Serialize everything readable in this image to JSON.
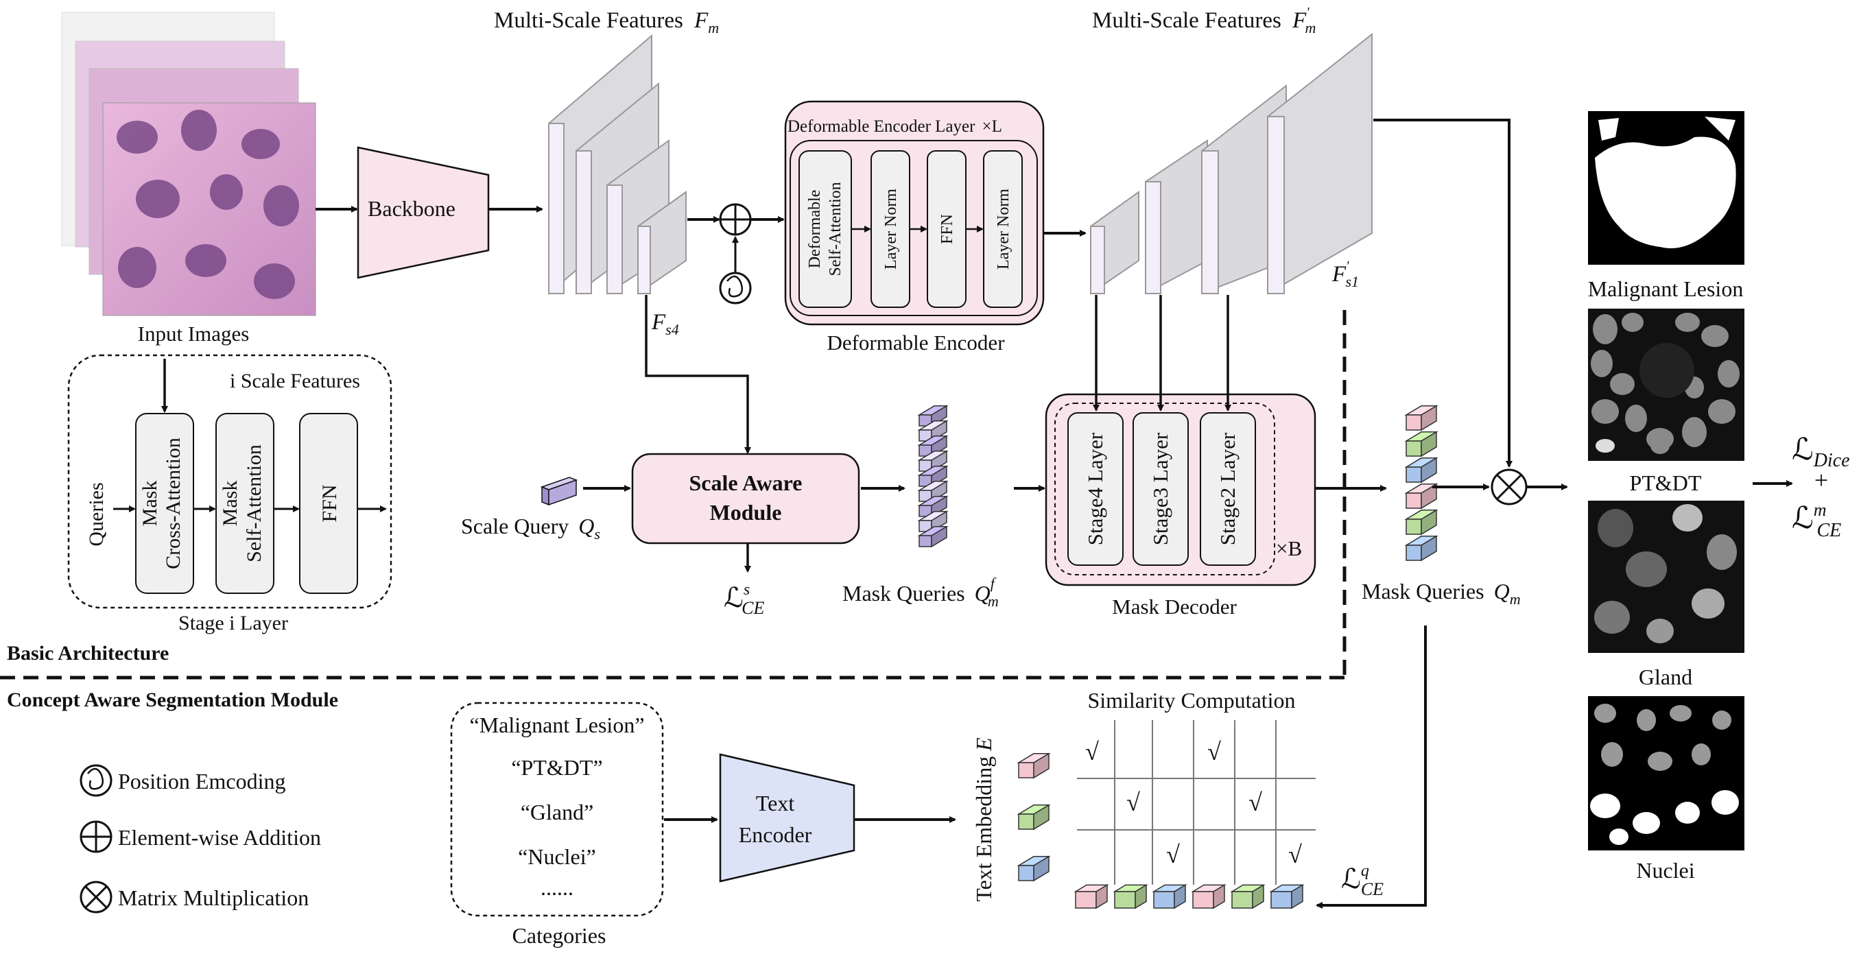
{
  "labels": {
    "input_images": "Input Images",
    "backbone": "Backbone",
    "ms_features": "Multi-Scale Features",
    "ms_features_sym": "F",
    "ms_features_sub": "m",
    "ms_features2": "Multi-Scale Features",
    "ms_features2_sym": "F",
    "ms_features2_sub": "m",
    "ms_features2_prime": "'",
    "fs4_sym": "F",
    "fs4_sub": "s4",
    "fs1_sym": "F",
    "fs1_prime": "'",
    "fs1_sub": "s1",
    "deformable_layer_title": "Deformable Encoder Layer",
    "times_l": "×L",
    "deformable_self_attention_line1": "Deformable",
    "deformable_self_attention_line2": "Self-Attention",
    "layer_norm": "Layer Norm",
    "ffn": "FFN",
    "layer_norm2": "Layer Norm",
    "deformable_encoder": "Deformable Encoder",
    "i_scale_features": "i Scale Features",
    "queries": "Queries",
    "mask_cross_line1": "Mask",
    "mask_cross_line2": "Cross-Attention",
    "mask_self_line1": "Mask",
    "mask_self_line2": "Self-Attention",
    "ffn_stage": "FFN",
    "stage_i_layer": "Stage i Layer",
    "scale_query": "Scale Query",
    "scale_query_sym": "Q",
    "scale_query_sub": "s",
    "scale_aware_line1": "Scale Aware",
    "scale_aware_line2": "Module",
    "loss_ce_s_sym": "ℒ",
    "loss_ce_s_sub": "CE",
    "loss_ce_s_sup": "s",
    "mask_queries_f": "Mask Queries",
    "mask_queries_f_sym": "Q",
    "mask_queries_f_sub": "m",
    "mask_queries_f_sup": "f",
    "stage4": "Stage4 Layer",
    "stage3": "Stage3 Layer",
    "stage2": "Stage2 Layer",
    "times_b": "×B",
    "mask_decoder": "Mask Decoder",
    "mask_queries_m": "Mask Queries",
    "mask_queries_m_sym": "Q",
    "mask_queries_m_sub": "m",
    "basic_architecture": "Basic  Architecture",
    "concept_module": "Concept Aware Segmentation Module",
    "legend_position": "Position Emcoding",
    "legend_add": "Element-wise Addition",
    "legend_matmul": "Matrix Multiplication",
    "categories": "Categories",
    "cat1": "“Malignant Lesion”",
    "cat2": "“PT&DT”",
    "cat3": "“Gland”",
    "cat4": "“Nuclei”",
    "cat5": "......",
    "text_encoder_line1": "Text",
    "text_encoder_line2": "Encoder",
    "text_embedding": "Text Embedding",
    "text_embedding_sym": "E",
    "similarity": "Similarity Computation",
    "check": "√",
    "loss_ce_q_sym": "ℒ",
    "loss_ce_q_sub": "CE",
    "loss_ce_q_sup": "q",
    "out1": "Malignant Lesion",
    "out2": "PT&DT",
    "out3": "Gland",
    "out4": "Nuclei",
    "loss_dice_sym": "ℒ",
    "loss_dice_sub": "Dice",
    "plus": "+",
    "loss_cem_sym": "ℒ",
    "loss_cem_sub": "CE",
    "loss_cem_sup": "m"
  },
  "colors": {
    "pink_fill": "#f9e4ec",
    "lavender_fill": "#ece6f8",
    "gray_fill": "#f0f0f0",
    "blue_fill": "#dde3f7",
    "cube_pink": "#f4c6cf",
    "cube_green": "#b9dc9d",
    "cube_blue": "#a9c4ec",
    "cube_purple": "#b6a9dc",
    "tissue": "#d9a7cf"
  }
}
